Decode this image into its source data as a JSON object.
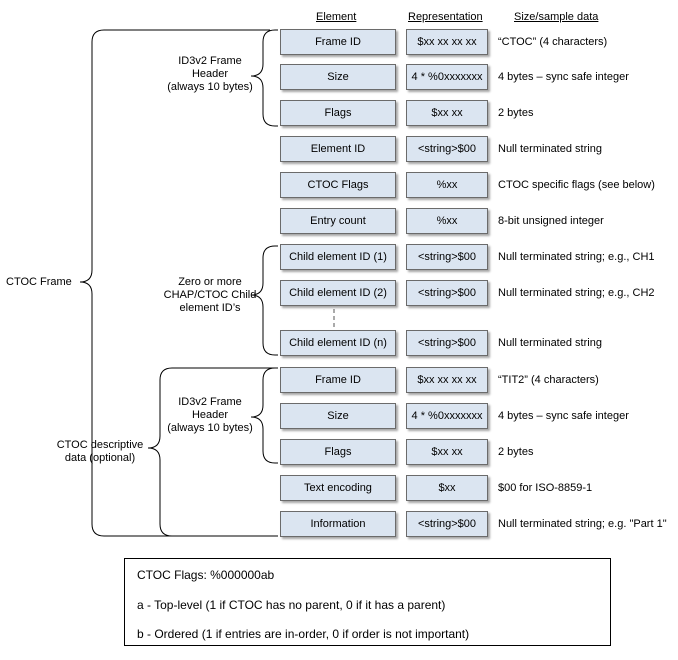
{
  "columns": {
    "element": "Element",
    "representation": "Representation",
    "size": "Size/sample data"
  },
  "rows": [
    {
      "element": "Frame ID",
      "representation": "$xx xx xx xx",
      "size": "“CTOC” (4 characters)"
    },
    {
      "element": "Size",
      "representation": "4 * %0xxxxxxx",
      "size": "4 bytes – sync safe integer"
    },
    {
      "element": "Flags",
      "representation": "$xx xx",
      "size": "2 bytes"
    },
    {
      "element": "Element ID",
      "representation": "<string>$00",
      "size": "Null terminated string"
    },
    {
      "element": "CTOC Flags",
      "representation": "%xx",
      "size": "CTOC specific flags (see below)"
    },
    {
      "element": "Entry count",
      "representation": "%xx",
      "size": "8-bit unsigned integer"
    },
    {
      "element": "Child element ID (1)",
      "representation": "<string>$00",
      "size": "Null terminated string; e.g., CH1"
    },
    {
      "element": "Child element ID (2)",
      "representation": "<string>$00",
      "size": "Null terminated string; e.g., CH2"
    },
    {
      "element": "Child element ID (n)",
      "representation": "<string>$00",
      "size": "Null terminated string"
    },
    {
      "element": "Frame ID",
      "representation": "$xx xx xx xx",
      "size": "“TIT2” (4 characters)"
    },
    {
      "element": "Size",
      "representation": "4 * %0xxxxxxx",
      "size": "4 bytes – sync safe integer"
    },
    {
      "element": "Flags",
      "representation": "$xx xx",
      "size": "2 bytes"
    },
    {
      "element": "Text encoding",
      "representation": "$xx",
      "size": "$00 for ISO-8859-1"
    },
    {
      "element": "Information",
      "representation": "<string>$00",
      "size": "Null terminated string; e.g. \"Part 1\""
    }
  ],
  "groups": {
    "ctoc_frame": "CTOC Frame",
    "header1": [
      "ID3v2 Frame",
      "Header",
      "(always 10 bytes)"
    ],
    "children": [
      "Zero or more",
      "CHAP/CTOC Child",
      "element ID’s"
    ],
    "header2": [
      "ID3v2 Frame",
      "Header",
      "(always 10 bytes)"
    ],
    "descriptive": [
      "CTOC descriptive",
      "data (optional)"
    ]
  },
  "flags_box": {
    "title": "CTOC Flags:   %000000ab",
    "line_a": "a - Top-level (1 if CTOC has no parent, 0 if it has a parent)",
    "line_b": "b - Ordered (1 if entries are in-order, 0 if order is not important)"
  }
}
